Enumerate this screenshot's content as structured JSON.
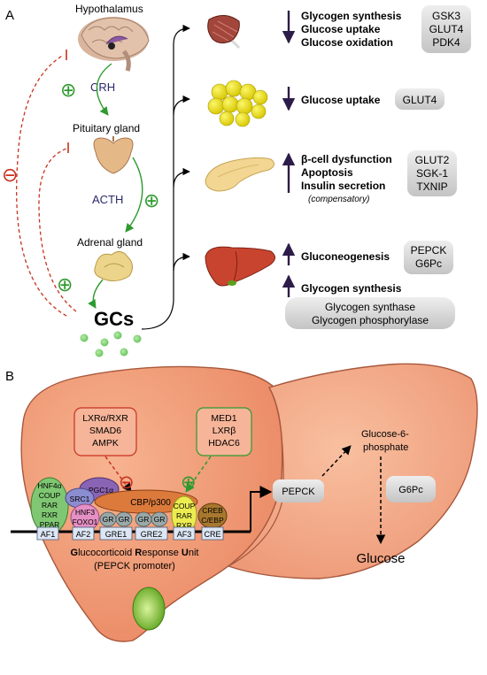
{
  "panel_a": {
    "label": "A",
    "hypothalamus": "Hypothalamus",
    "crh": "CRH",
    "pituitary": "Pituitary gland",
    "acth": "ACTH",
    "adrenal": "Adrenal gland",
    "gcs": "GCs",
    "plus": "⊕",
    "minus": "⊖",
    "muscle": {
      "effects": [
        "Glycogen synthesis",
        "Glucose uptake",
        "Glucose oxidation"
      ],
      "genes": [
        "GSK3",
        "GLUT4",
        "PDK4"
      ]
    },
    "fat": {
      "effects": [
        "Glucose uptake"
      ],
      "genes": [
        "GLUT4"
      ]
    },
    "pancreas": {
      "effects": [
        "β-cell dysfunction",
        "Apoptosis",
        "Insulin secretion"
      ],
      "note": "(compensatory)",
      "genes": [
        "GLUT2",
        "SGK-1",
        "TXNIP"
      ]
    },
    "liver": {
      "effect1": "Gluconeogenesis",
      "genes1": [
        "PEPCK",
        "G6Pc"
      ],
      "effect2": "Glycogen synthesis",
      "genes2": [
        "Glycogen synthase",
        "Glycogen phosphorylase"
      ]
    }
  },
  "panel_b": {
    "label": "B",
    "corepressors": [
      "LXRα/RXR",
      "SMAD6",
      "AMPK"
    ],
    "coactivators": [
      "MED1",
      "LXRβ",
      "HDAC6"
    ],
    "minus": "⊖",
    "plus": "⊕",
    "af1_factors": [
      "HNF4α",
      "COUP",
      "RAR",
      "RXR",
      "PPAR"
    ],
    "pgc1a": "PGC1α",
    "src1": "SRC1",
    "hnf3": [
      "HNF3",
      "FOXO1"
    ],
    "cbp": "CBP/p300",
    "gr": "GR",
    "af3_factors": [
      "COUP",
      "RAR",
      "RXR"
    ],
    "creb": [
      "CREB",
      "C/EBP"
    ],
    "elements": [
      "AF1",
      "AF2",
      "GRE1",
      "GRE2",
      "AF3",
      "CRE"
    ],
    "gru_title": [
      "G",
      "lucocorticoid ",
      "R",
      "esponse ",
      "U",
      "nit"
    ],
    "gru_sub": "(PEPCK promoter)",
    "pepck": "PEPCK",
    "g6p": [
      "Glucose-6-",
      "phosphate"
    ],
    "g6pc": "G6Pc",
    "glucose": "Glucose"
  },
  "colors": {
    "plus": "#2e9a2e",
    "minus": "#c8321e",
    "liver": "#f29a74",
    "gene_box": "#d4d4d4"
  }
}
